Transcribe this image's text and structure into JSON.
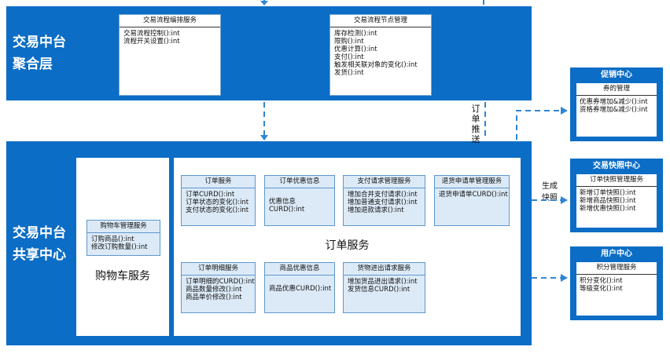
{
  "aggregation_layer": {
    "title_line1": "交易中台",
    "title_line2": "聚合层",
    "orchestration": {
      "title": "交易流程编排服务",
      "methods": [
        "交易流程控制():int",
        "流程开关设置():int"
      ]
    },
    "node_mgmt": {
      "title": "交易流程节点管理",
      "methods": [
        "库存检测():int",
        "限购():int",
        "优惠计算():int",
        "支付():int",
        "触发相关联对象的变化():int",
        "发货():int"
      ]
    }
  },
  "shared_center": {
    "title_line1": "交易中台",
    "title_line2": "共享中心",
    "cart_service": {
      "label": "购物车服务",
      "cart_mgmt": {
        "title": "购物车管理服务",
        "methods": [
          "订购商品():int",
          "修改订购数量():int"
        ]
      }
    },
    "order_service": {
      "label": "订单服务",
      "boxes": [
        {
          "title": "订单服务",
          "methods": [
            "订单CURD():int",
            "订单状态的变化():int",
            "支付状态的变化():int"
          ]
        },
        {
          "title": "订单优惠信息",
          "methods": [
            "优惠信息",
            "CURD():int"
          ]
        },
        {
          "title": "支付请求管理服务",
          "methods": [
            "增加合并支付请求():int",
            "增加普通支付请求():int",
            "增加退款请求():int"
          ]
        },
        {
          "title": "退货申请单管理服务",
          "methods": [
            "退货申请单CURD():int"
          ]
        },
        {
          "title": "订单明细服务",
          "methods": [
            "订单明细的CURD():int",
            "商品数量修改():int",
            "商品单价修改():int"
          ]
        },
        {
          "title": "商品优惠信息",
          "methods": [
            "商品优惠CURD():int"
          ]
        },
        {
          "title": "货物进出请求服务",
          "methods": [
            "增加货品进出请求():int",
            "发货信息CURD():int"
          ]
        }
      ]
    }
  },
  "side_centers": {
    "promotion": {
      "title": "促销中心",
      "box_title": "券的管理",
      "methods": [
        "优惠券增加&减少():int",
        "资格券增加&减少():int"
      ]
    },
    "snapshot": {
      "title": "交易快照中心",
      "box_title": "订单快照管理服务",
      "methods": [
        "新增订单快照():int",
        "新增商品快照():int",
        "新增优惠快照():int"
      ]
    },
    "user": {
      "title": "用户中心",
      "box_title": "积分管理服务",
      "methods": [
        "积分变化():int",
        "等级变化():int"
      ]
    }
  },
  "edge_labels": {
    "order_push": "订单推送",
    "generate_snapshot_line1": "生成",
    "generate_snapshot_line2": "快照"
  },
  "colors": {
    "layer_blue": "#0b6dc5",
    "box_fill": "#dceaf7",
    "box_border": "#5e97cf",
    "arrow": "#2f86d3"
  }
}
